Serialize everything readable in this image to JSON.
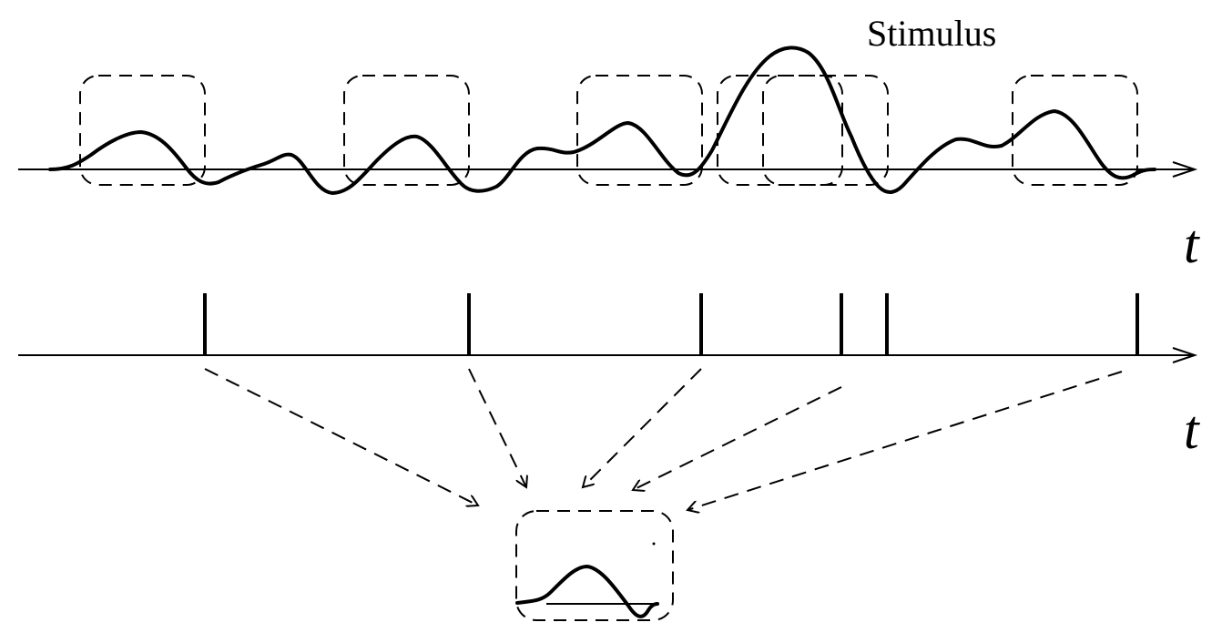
{
  "labels": {
    "stimulus": "Stimulus",
    "time_axis_top": "t",
    "time_axis_bottom": "t"
  },
  "spike_train": {
    "spike_count": 6
  },
  "averaging": {
    "arrow_count": 5
  }
}
